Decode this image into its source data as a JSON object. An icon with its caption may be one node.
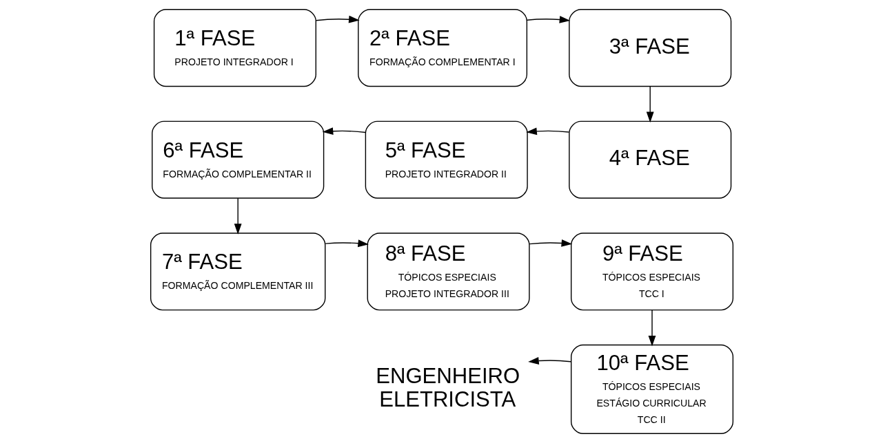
{
  "diagram": {
    "nodes": [
      {
        "text": [
          "1ª FASE",
          "PROJETO INTEGRADOR I"
        ]
      },
      {
        "text": [
          "2ª FASE",
          "FORMAÇÃO COMPLEMENTAR I"
        ]
      },
      {
        "text": [
          "3ª FASE"
        ]
      },
      {
        "text": [
          "4ª FASE"
        ]
      },
      {
        "text": [
          "5ª FASE",
          "PROJETO INTEGRADOR II"
        ]
      },
      {
        "text": [
          "6ª FASE",
          "FORMAÇÃO COMPLEMENTAR II"
        ]
      },
      {
        "text": [
          "7ª FASE",
          "FORMAÇÃO COMPLEMENTAR III"
        ]
      },
      {
        "text": [
          "8ª FASE",
          "TÓPICOS ESPECIAIS",
          "PROJETO INTEGRADOR III"
        ]
      },
      {
        "text": [
          "9ª FASE",
          "TÓPICOS ESPECIAIS",
          "TCC I"
        ]
      },
      {
        "text": [
          "10ª FASE",
          "TÓPICOS ESPECIAIS",
          "ESTÁGIO CURRICULAR",
          "TCC II"
        ]
      },
      {
        "text": [
          "ENGENHEIRO ELETRICISTA"
        ]
      }
    ],
    "edges": [
      {
        "from": 0,
        "to": 1,
        "arrow": "to"
      },
      {
        "from": 1,
        "to": 2,
        "arrow": "to"
      },
      {
        "from": 2,
        "to": 3,
        "arrow": "to"
      },
      {
        "from": 3,
        "to": 4,
        "arrow": "to"
      },
      {
        "from": 4,
        "to": 5,
        "arrow": "to"
      },
      {
        "from": 5,
        "to": 6,
        "arrow": "to"
      },
      {
        "from": 6,
        "to": 7,
        "arrow": "to"
      },
      {
        "from": 7,
        "to": 8,
        "arrow": "to"
      },
      {
        "from": 8,
        "to": 9,
        "arrow": "to"
      },
      {
        "from": 9,
        "to": 10,
        "arrow": "to"
      }
    ]
  }
}
